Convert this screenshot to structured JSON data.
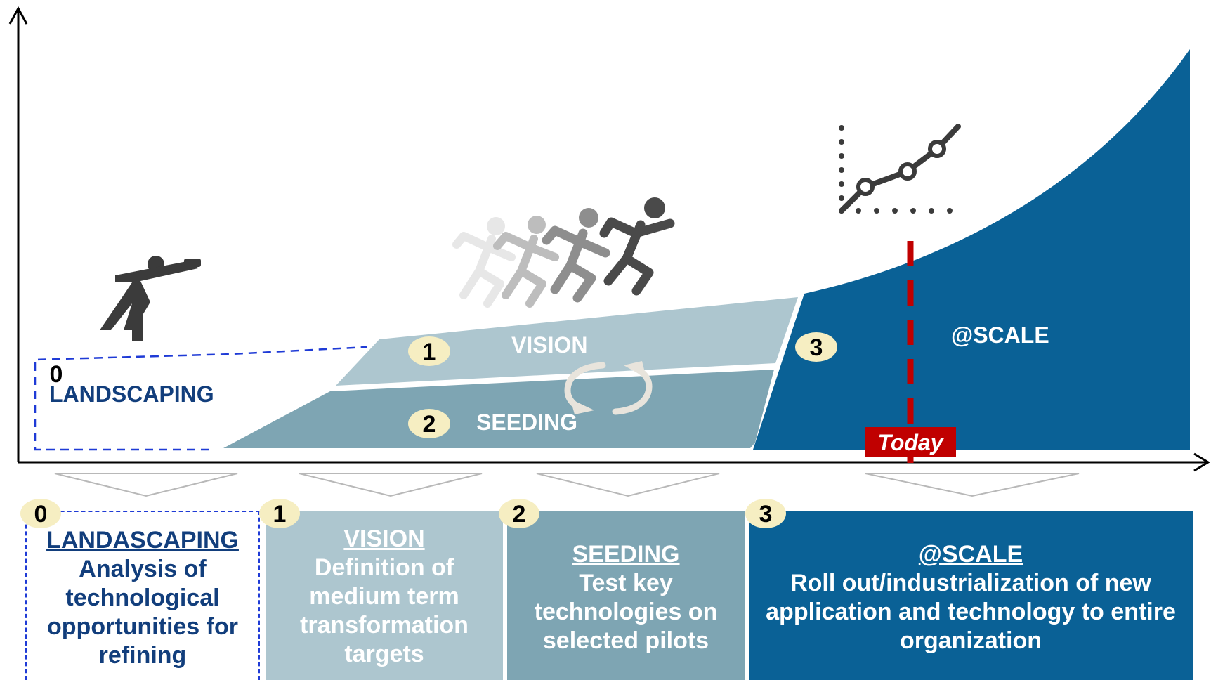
{
  "colors": {
    "navy": "#123e7c",
    "vision": "#adc6cf",
    "seeding": "#7ea5b3",
    "scale": "#0a6196",
    "today": "#c00000",
    "badge": "#f6eec2",
    "icon_dark": "#3b3b3b",
    "chevron": "#b8b8b8"
  },
  "stages": {
    "landscaping": {
      "badge": "0",
      "label": "LANDSCAPING"
    },
    "vision": {
      "badge": "1",
      "label": "VISION"
    },
    "seeding": {
      "badge": "2",
      "label": "SEEDING"
    },
    "scale": {
      "badge": "3",
      "label": "@SCALE"
    }
  },
  "marker": {
    "label": "Today"
  },
  "cards": [
    {
      "badge": "0",
      "heading": "LANDASCAPING",
      "text": "Analysis of technological opportunities for refining"
    },
    {
      "badge": "1",
      "heading": "VISION",
      "text": "Definition of medium term transformation targets"
    },
    {
      "badge": "2",
      "heading": "SEEDING",
      "text": "Test key technologies on selected pilots"
    },
    {
      "badge": "3",
      "heading": "@SCALE",
      "text": "Roll out/industrialization of new application and technology to entire organization"
    }
  ],
  "icons": {
    "explorer": "person-with-telescope-icon",
    "runners": "running-people-icon",
    "cycle": "cycle-arrows-icon",
    "growth": "growth-line-chart-icon"
  }
}
